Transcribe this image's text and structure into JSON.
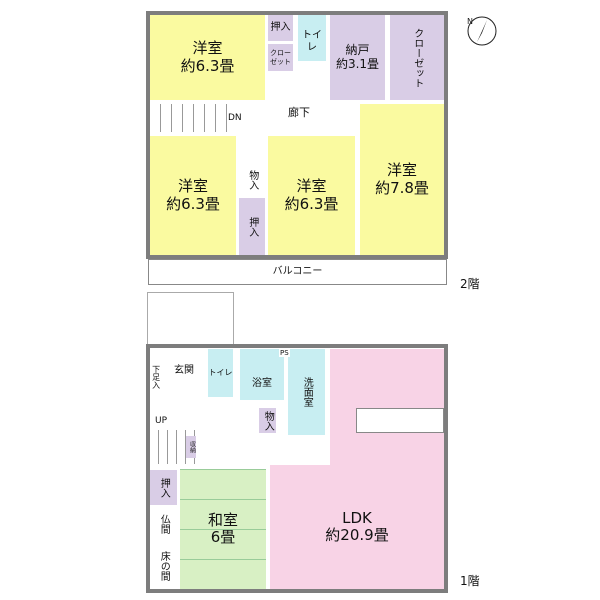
{
  "floor2": {
    "label": "2階",
    "rooms": [
      {
        "name": "洋室",
        "size": "約6.3畳"
      },
      {
        "name": "押入"
      },
      {
        "name": "クローゼット"
      },
      {
        "name": "トイレ"
      },
      {
        "name": "納戸",
        "size": "約3.1畳"
      },
      {
        "name": "クローゼット"
      },
      {
        "name": "廊下"
      },
      {
        "name": "DN"
      },
      {
        "name": "洋室",
        "size": "約6.3畳"
      },
      {
        "name": "物入"
      },
      {
        "name": "押入"
      },
      {
        "name": "洋室",
        "size": "約6.3畳"
      },
      {
        "name": "洋室",
        "size": "約7.8畳"
      },
      {
        "name": "バルコニー"
      }
    ]
  },
  "floor1": {
    "label": "1階",
    "rooms": [
      {
        "name": "下足入"
      },
      {
        "name": "玄関"
      },
      {
        "name": "トイレ"
      },
      {
        "name": "浴室"
      },
      {
        "name": "洗面室"
      },
      {
        "name": "物入"
      },
      {
        "name": "UP"
      },
      {
        "name": "収納"
      },
      {
        "name": "押入"
      },
      {
        "name": "仏間"
      },
      {
        "name": "床の間"
      },
      {
        "name": "和室",
        "size": "6畳"
      },
      {
        "name": "LDK",
        "size": "約20.9畳"
      },
      {
        "name": "PS"
      }
    ]
  },
  "compass": {
    "label": "N",
    "icon": "north-arrow-icon"
  },
  "colors": {
    "western_room": "#fafaa0",
    "storage": "#d9cde6",
    "wet_area": "#c8eef2",
    "ldk": "#f8d3e6",
    "japanese_room": "#d8f0c4",
    "wall": "#7d7d7d"
  }
}
